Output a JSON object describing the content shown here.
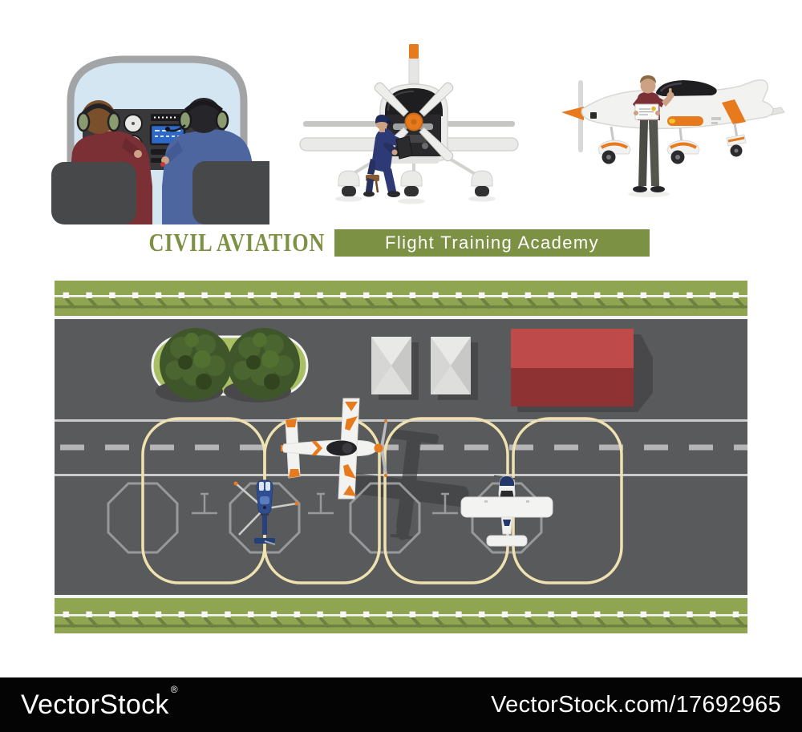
{
  "titles": {
    "main": "CIVIL AVIATION",
    "banner": "Flight Training Academy"
  },
  "watermark": {
    "brand": "VectorStock",
    "reg": "®",
    "url": "VectorStock.com/17692965"
  },
  "figures": [
    {
      "id": "cockpit",
      "name": "two-pilots-in-cockpit-illustration"
    },
    {
      "id": "maintenance",
      "name": "mechanic-servicing-airplane-illustration"
    },
    {
      "id": "instructor",
      "name": "instructor-with-trainer-plane-illustration"
    },
    {
      "id": "airfield",
      "name": "flight-school-airfield-top-view-illustration"
    }
  ],
  "colors": {
    "olive": "#7C9144",
    "orange": "#E87A1E",
    "asphalt": "#595A5B",
    "asphalt_shadow": "#48484B",
    "grass": "#8FA552",
    "grass_shadow": "#6E8140",
    "taxi_line": "#F0E2B0",
    "runway_line": "#CBCBCB",
    "runway_dash": "#B5B5B7",
    "octagon_line": "#97999B",
    "planter_green": "#A9BF63",
    "tree_dark": "#3E5629",
    "tree_mid": "#4B6530",
    "red_roof_light": "#BE4A49",
    "red_roof_dark": "#8E3233",
    "building_gray": "#D9D9D7",
    "heli_blue": "#2F4E92",
    "plane_white": "#F2F2F0",
    "maroon_shirt": "#7B3036",
    "blue_shirt": "#4D66A0",
    "navy_overalls": "#2E3A75",
    "sky_blue": "#D4E6F2",
    "panel_dark": "#39393B",
    "seat_gray": "#47484A",
    "headset_green": "#8A9B70",
    "skin": "#CDA183",
    "hair_brown": "#7A4F2B",
    "canopy_dark": "#1E1E21",
    "bar_black": "#040404"
  }
}
